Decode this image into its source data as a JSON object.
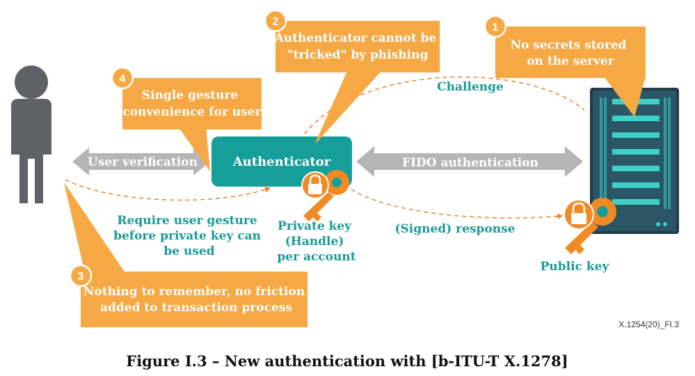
{
  "callouts": {
    "c1": {
      "number": "1",
      "line1": "No secrets stored",
      "line2": "on the server"
    },
    "c2": {
      "number": "2",
      "line1": "Authenticator cannot be",
      "line2": "\"tricked\" by phishing"
    },
    "c3": {
      "number": "3",
      "line1": "Nothing to remember, no friction",
      "line2": "added to transaction process"
    },
    "c4": {
      "number": "4",
      "line1": "Single gesture",
      "line2": "convenience for user"
    }
  },
  "authenticator_label": "Authenticator",
  "arrows": {
    "user_verification": "User verification",
    "fido_authentication": "FIDO authentication"
  },
  "labels": {
    "challenge": "Challenge",
    "signed_response": "(Signed) response",
    "require_gesture_1": "Require user gesture",
    "require_gesture_2": "before private key can",
    "require_gesture_3": "be used",
    "private_key_1": "Private key",
    "private_key_2": "(Handle)",
    "private_key_3": "per account",
    "public_key": "Public key"
  },
  "figure_code": "X.1254(20)_FI.3",
  "caption": "Figure I.3 – New authentication with [b-ITU-T X.1278]",
  "colors": {
    "orange": "#f5a843",
    "orange_dark": "#e8922a",
    "teal": "#169e9a",
    "teal_text": "#1a9a96",
    "gray_arrow": "#b5b5b5",
    "person": "#5f6166",
    "server_dark": "#203c4a",
    "server_slot": "#3fd0c8",
    "key_orange": "#f08a24",
    "dashed": "#f07c28"
  },
  "icons": [
    "person-icon",
    "server-icon",
    "private-key-icon",
    "public-key-icon"
  ]
}
